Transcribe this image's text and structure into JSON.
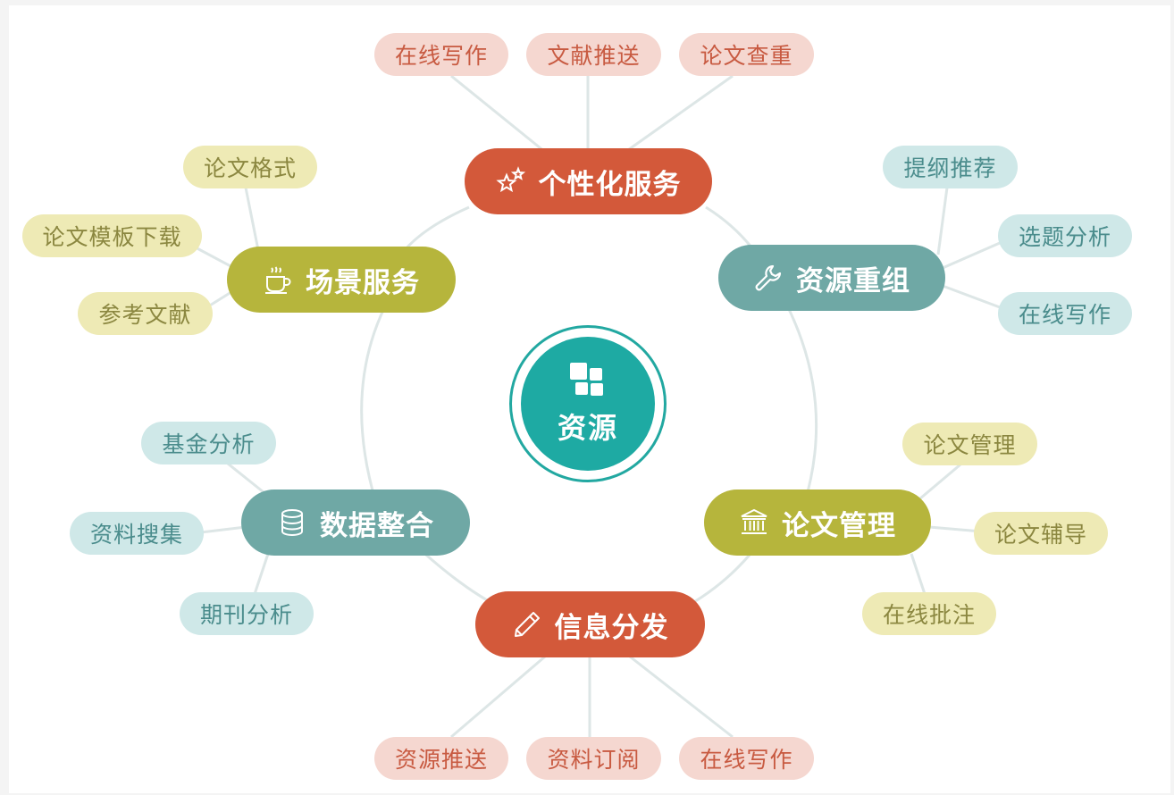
{
  "center": {
    "label": "资源",
    "icon": "blocks-icon"
  },
  "branches": {
    "personalized": {
      "label": "个性化服务",
      "icon": "stars-icon",
      "color": "#d3593a",
      "children": [
        "在线写作",
        "文献推送",
        "论文查重"
      ]
    },
    "restructure": {
      "label": "资源重组",
      "icon": "wrench-icon",
      "color": "#6fa8a5",
      "children": [
        "提纲推荐",
        "选题分析",
        "在线写作"
      ]
    },
    "thesis": {
      "label": "论文管理",
      "icon": "institution-icon",
      "color": "#b6b53c",
      "children": [
        "论文管理",
        "论文辅导",
        "在线批注"
      ]
    },
    "distribution": {
      "label": "信息分发",
      "icon": "pencil-icon",
      "color": "#d3593a",
      "children": [
        "资源推送",
        "资料订阅",
        "在线写作"
      ]
    },
    "integration": {
      "label": "数据整合",
      "icon": "database-icon",
      "color": "#6fa8a5",
      "children": [
        "基金分析",
        "资料搜集",
        "期刊分析"
      ]
    },
    "scenario": {
      "label": "场景服务",
      "icon": "coffee-cup-icon",
      "color": "#b6b53c",
      "children": [
        "论文格式",
        "论文模板下载",
        "参考文献"
      ]
    }
  }
}
